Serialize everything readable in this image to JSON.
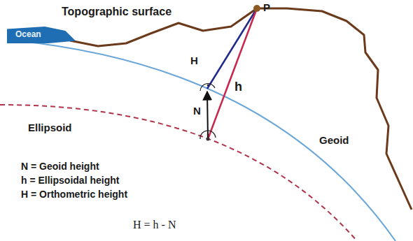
{
  "diagram": {
    "nodes": [
      {
        "text": [
          "Ocean"
        ]
      }
    ],
    "labels": [
      "P",
      "Topographic surface",
      "H",
      "h",
      "N",
      "Ellipsoid",
      "Geoid",
      "N = Geoid height",
      "h = Ellipsoidal height",
      "H = Orthometric height",
      "H = h - N"
    ]
  }
}
